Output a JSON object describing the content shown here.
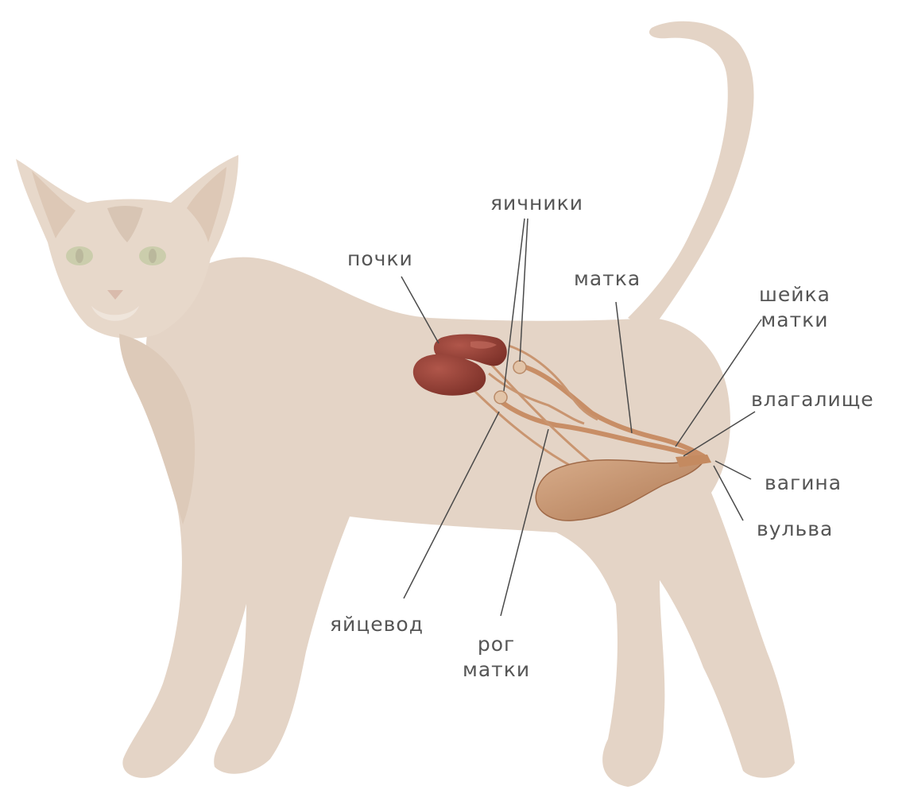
{
  "labels": {
    "kidneys": "почки",
    "ovaries": "яичники",
    "uterus": "матка",
    "cervix_line1": "шейка",
    "cervix_line2": "матки",
    "vagina_upper": "влагалище",
    "vagina": "вагина",
    "vulva": "вульва",
    "oviduct": "яйцевод",
    "horn_line1": "рог",
    "horn_line2": "матки"
  },
  "colors": {
    "cat_body": "#e3d2c3",
    "cat_shade": "#d6c2b0",
    "cat_eye": "#c9cba8",
    "kidney": "#8e3d33",
    "kidney_highlight": "#c06a5c",
    "organ": "#c88e66",
    "bladder": "#c08d66",
    "leader_line": "#4a4a4a",
    "label_text": "#555555"
  }
}
